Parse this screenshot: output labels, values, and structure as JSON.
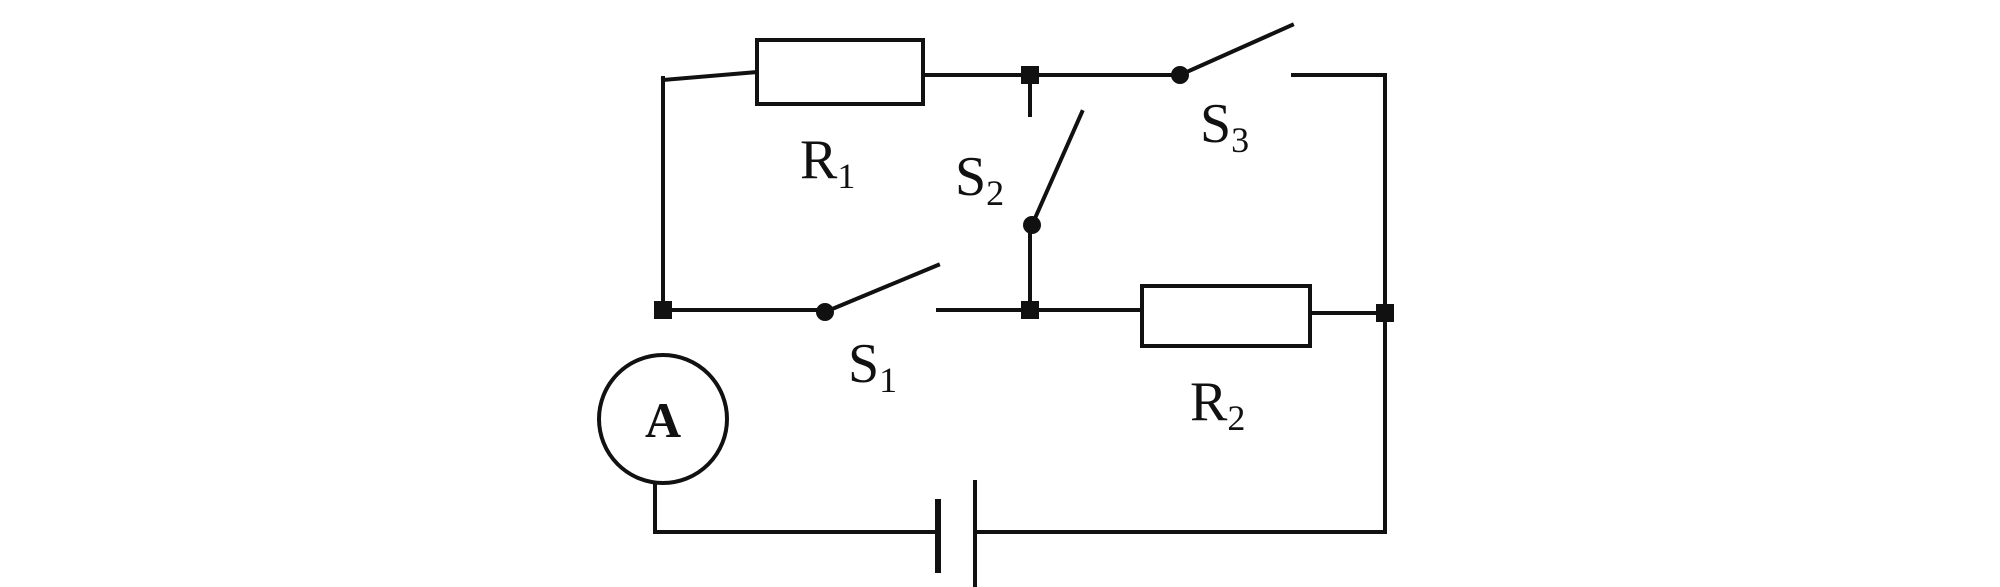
{
  "diagram": {
    "components": {
      "r1": {
        "letter": "R",
        "subscript": "1"
      },
      "r2": {
        "letter": "R",
        "subscript": "2"
      },
      "s1": {
        "letter": "S",
        "subscript": "1"
      },
      "s2": {
        "letter": "S",
        "subscript": "2"
      },
      "s3": {
        "letter": "S",
        "subscript": "3"
      },
      "ammeter": {
        "symbol": "A"
      }
    },
    "colors": {
      "stroke": "#111111",
      "background": "#ffffff"
    }
  }
}
